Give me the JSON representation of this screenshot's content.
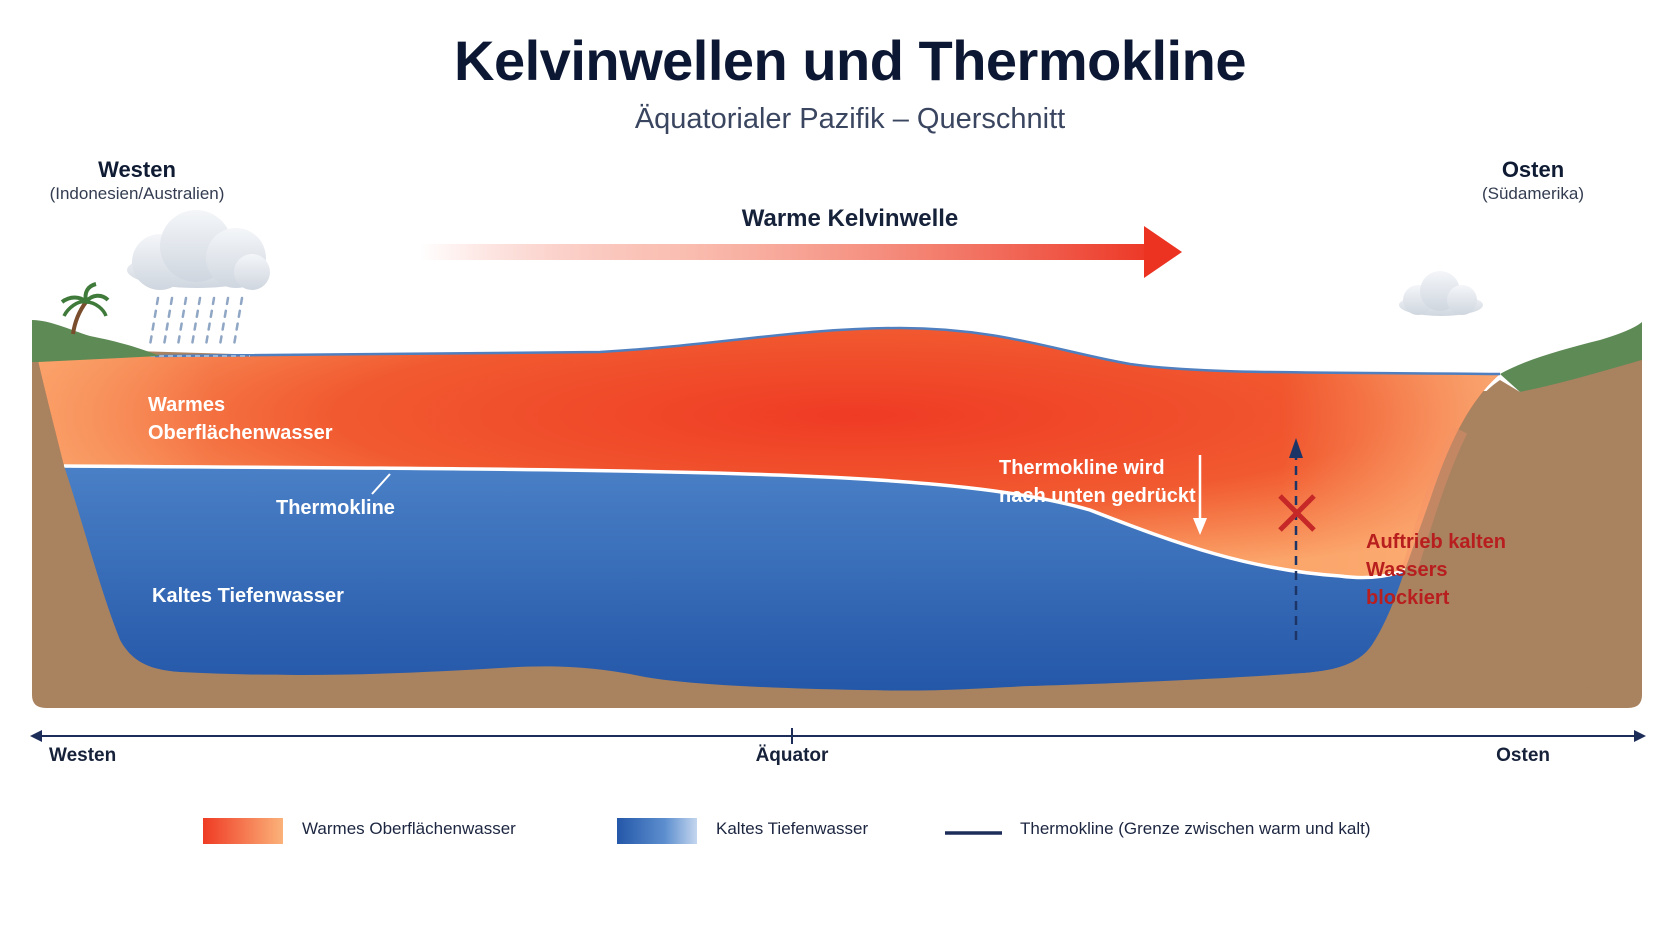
{
  "header": {
    "title": "Kelvinwellen und Thermokline",
    "subtitle": "Äquatorialer Pazifik – Querschnitt"
  },
  "regions": {
    "west": {
      "name": "Westen",
      "detail": "(Indonesien/Australien)"
    },
    "east": {
      "name": "Osten",
      "detail": "(Südamerika)"
    }
  },
  "wave": {
    "label": "Warme Kelvinwelle"
  },
  "labels": {
    "warm_water": "Warmes Oberflächenwasser",
    "thermocline": "Thermokline",
    "cold_water": "Kaltes Tiefenwasser",
    "thermocline_pushed": "Thermokline wird nach unten gedrückt",
    "upwelling_blocked": "Auftrieb kalten Wassers blockiert"
  },
  "axis": {
    "left": "Westen",
    "center": "Äquator",
    "right": "Osten"
  },
  "legend": [
    {
      "key": "warm",
      "label": "Warmes Oberflächenwasser"
    },
    {
      "key": "cold",
      "label": "Kaltes Tiefenwasser"
    },
    {
      "key": "thermocline",
      "label": "Thermokline (Grenze zwischen warm und kalt)"
    }
  ],
  "colors": {
    "warm_core": "#ef3b24",
    "warm_edge": "#fba56a",
    "cold_top": "#4a7fc4",
    "cold_bottom": "#2457a8",
    "ground": "#a98260",
    "grass": "#5d8a55",
    "blocked": "#c62828",
    "thermocline_line": "#1d2d5a"
  },
  "icons": [
    "rain-cloud-icon",
    "cloud-icon",
    "palm-tree-icon",
    "down-arrow-icon",
    "up-arrow-icon",
    "blocked-x-icon",
    "wave-arrow-icon"
  ]
}
